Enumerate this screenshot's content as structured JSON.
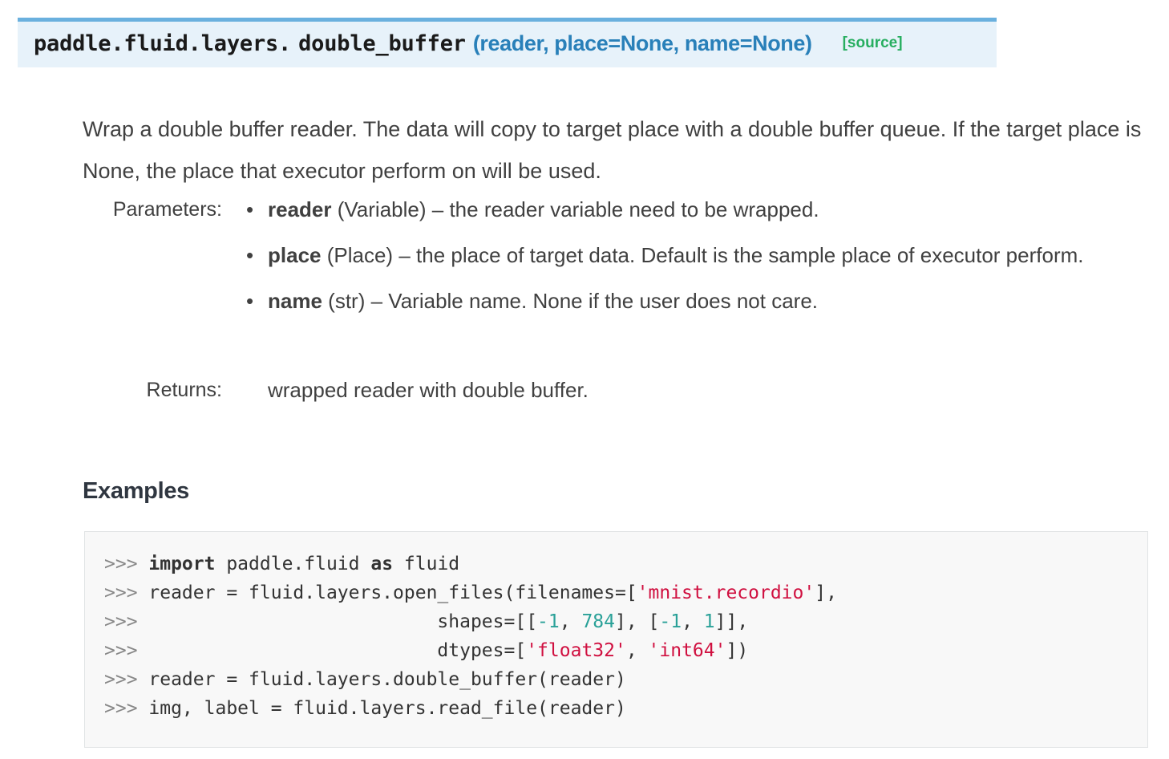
{
  "signature": {
    "prefix": "paddle.fluid.layers.",
    "name": "double_buffer",
    "params": "(reader, place=None, name=None)",
    "source_link": "[source]",
    "accent_color": "#6ab0de",
    "background_color": "#e7f2fa",
    "params_color": "#2980b9",
    "source_color": "#27ae60"
  },
  "description": "Wrap a double buffer reader. The data will copy to target place with a double buffer queue. If the target place is None, the place that executor perform on will be used.",
  "fields": {
    "parameters_label": "Parameters:",
    "parameters": [
      {
        "name": "reader",
        "type": "(Variable)",
        "dash": "–",
        "text": "the reader variable need to be wrapped."
      },
      {
        "name": "place",
        "type": "(Place)",
        "dash": "–",
        "text": "the place of target data. Default is the sample place of executor perform."
      },
      {
        "name": "name",
        "type": "(str)",
        "dash": "–",
        "text": "Variable name. None if the user does not care."
      }
    ],
    "returns_label": "Returns:",
    "returns_text": "wrapped reader with double buffer."
  },
  "examples": {
    "heading": "Examples",
    "code_lines": [
      [
        {
          "t": ">>> ",
          "c": "prompt"
        },
        {
          "t": "import",
          "c": "kw"
        },
        {
          "t": " paddle.fluid ",
          "c": "plain"
        },
        {
          "t": "as",
          "c": "kw"
        },
        {
          "t": " fluid",
          "c": "plain"
        }
      ],
      [
        {
          "t": ">>> ",
          "c": "prompt"
        },
        {
          "t": "reader = fluid.layers.open_files(filenames=[",
          "c": "plain"
        },
        {
          "t": "'mnist.recordio'",
          "c": "str"
        },
        {
          "t": "],",
          "c": "plain"
        }
      ],
      [
        {
          "t": ">>> ",
          "c": "prompt"
        },
        {
          "t": "                          shapes=[[",
          "c": "plain"
        },
        {
          "t": "-1",
          "c": "num"
        },
        {
          "t": ", ",
          "c": "plain"
        },
        {
          "t": "784",
          "c": "num"
        },
        {
          "t": "], [",
          "c": "plain"
        },
        {
          "t": "-1",
          "c": "num"
        },
        {
          "t": ", ",
          "c": "plain"
        },
        {
          "t": "1",
          "c": "num"
        },
        {
          "t": "]],",
          "c": "plain"
        }
      ],
      [
        {
          "t": ">>> ",
          "c": "prompt"
        },
        {
          "t": "                          dtypes=[",
          "c": "plain"
        },
        {
          "t": "'float32'",
          "c": "str"
        },
        {
          "t": ", ",
          "c": "plain"
        },
        {
          "t": "'int64'",
          "c": "str"
        },
        {
          "t": "])",
          "c": "plain"
        }
      ],
      [
        {
          "t": ">>> ",
          "c": "prompt"
        },
        {
          "t": "reader = fluid.layers.double_buffer(reader)",
          "c": "plain"
        }
      ],
      [
        {
          "t": ">>> ",
          "c": "prompt"
        },
        {
          "t": "img, label = fluid.layers.read_file(reader)",
          "c": "plain"
        }
      ]
    ]
  }
}
